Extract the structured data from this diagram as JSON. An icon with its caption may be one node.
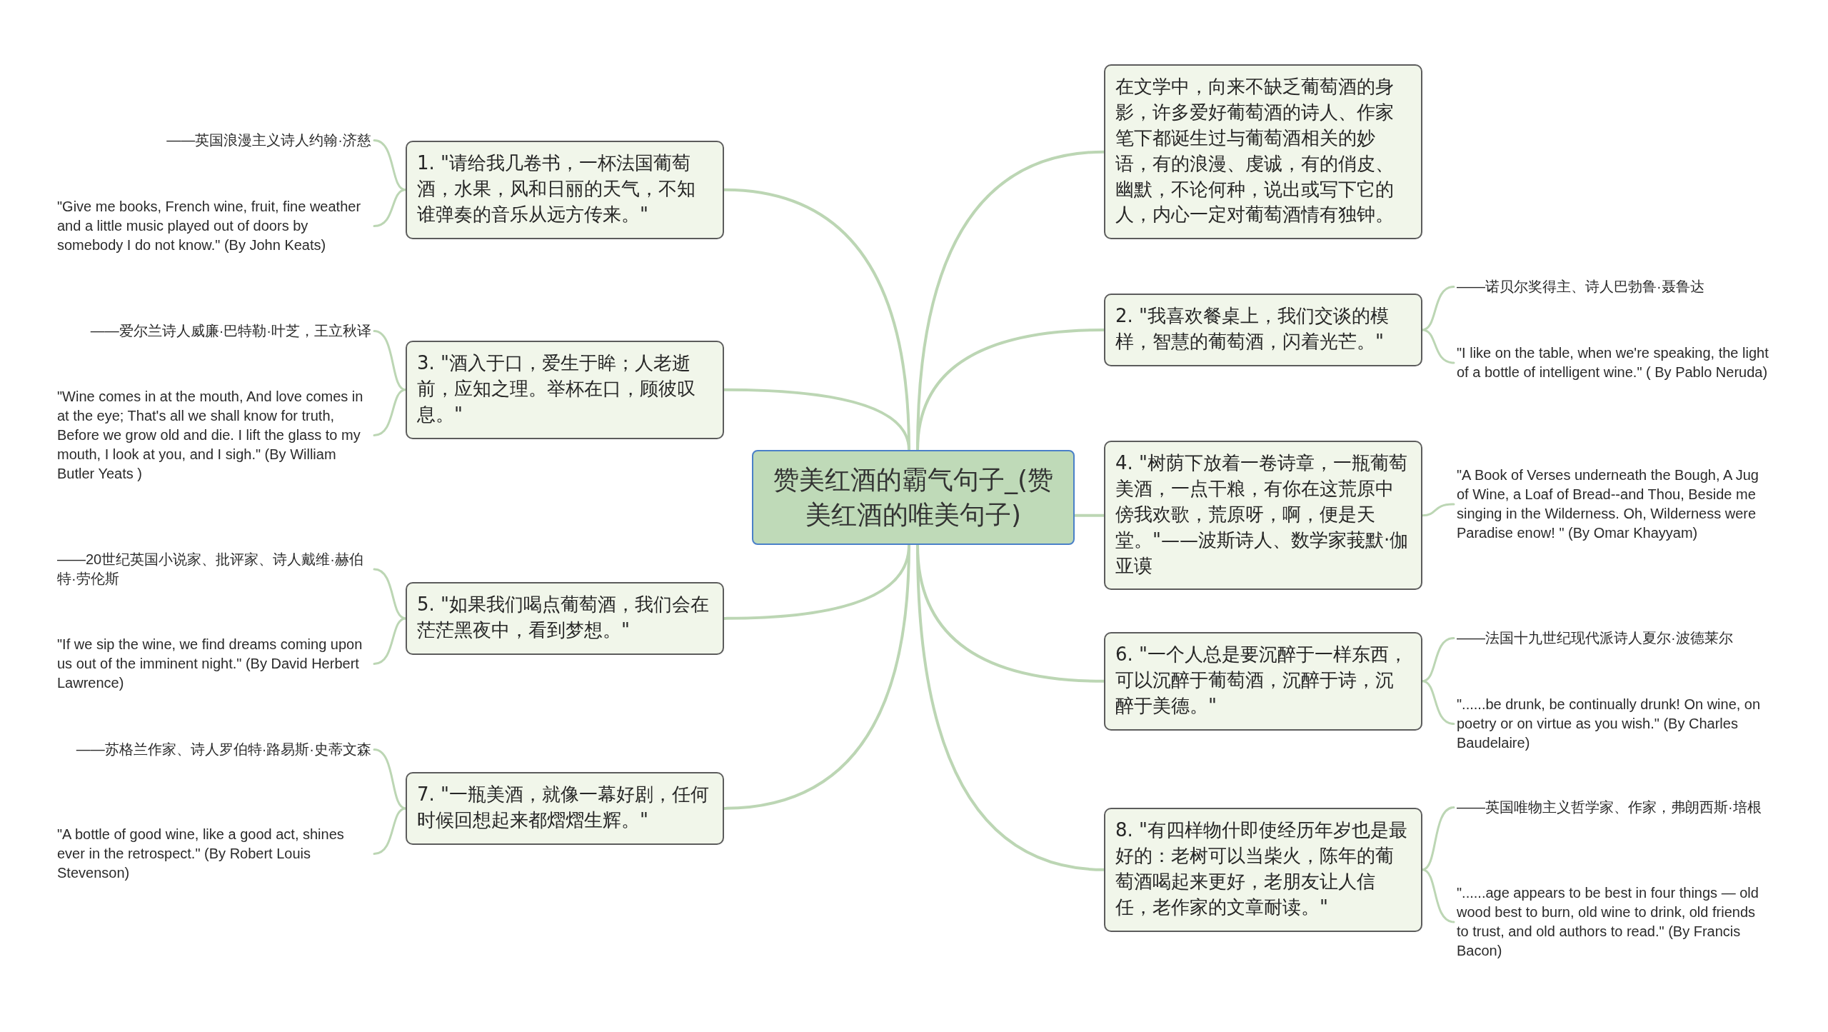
{
  "diagram": {
    "nodes": [
      {
        "text": [
          "赞美红酒的霸气句子_(赞美红酒的唯美句子)"
        ]
      },
      {
        "text": [
          "在文学中，向来不缺乏葡萄酒的身影，许多爱好葡萄酒的诗人、作家笔下都诞生过与葡萄酒相关的妙语，有的浪漫、虔诚，有的俏皮、幽默，不论何种，说出或写下它的人，内心一定对葡萄酒情有独钟。"
        ]
      },
      {
        "text": [
          "2. \"我喜欢餐桌上，我们交谈的模样，智慧的葡萄酒，闪着光芒。\""
        ]
      },
      {
        "text": [
          "——诺贝尔奖得主、诗人巴勃鲁·聂鲁达"
        ]
      },
      {
        "text": [
          "\"I like on the table, when we're speaking, the light of a bottle of intelligent wine.\" ( By Pablo Neruda)"
        ]
      },
      {
        "text": [
          "4. \"树荫下放着一卷诗章，一瓶葡萄美酒，一点干粮，有你在这荒原中傍我欢歌，荒原呀，啊，便是天堂。\"——波斯诗人、数学家莪默·伽亚谟"
        ]
      },
      {
        "text": [
          "\"A Book of Verses underneath the Bough, A Jug of Wine, a Loaf of Bread--and Thou, Beside me singing in the Wilderness. Oh, Wilderness were Paradise enow! \" (By Omar Khayyam)"
        ]
      },
      {
        "text": [
          "6. \"一个人总是要沉醉于一样东西，可以沉醉于葡萄酒，沉醉于诗，沉醉于美德。\""
        ]
      },
      {
        "text": [
          "——法国十九世纪现代派诗人夏尔·波德莱尔"
        ]
      },
      {
        "text": [
          "\"......be drunk, be continually drunk! On wine, on poetry or on virtue as you wish.\" (By Charles Baudelaire)"
        ]
      },
      {
        "text": [
          "8. \"有四样物什即使经历年岁也是最好的：老树可以当柴火，陈年的葡萄酒喝起来更好，老朋友让人信任，老作家的文章耐读。\""
        ]
      },
      {
        "text": [
          "——英国唯物主义哲学家、作家，弗朗西斯·培根"
        ]
      },
      {
        "text": [
          "\"......age appears to be best in four things — old wood best to burn, old wine to drink, old friends to trust, and old authors to read.\" (By Francis Bacon)"
        ]
      },
      {
        "text": [
          "1. \"请给我几卷书，一杯法国葡萄酒，水果，风和日丽的天气，不知谁弹奏的音乐从远方传来。\""
        ]
      },
      {
        "text": [
          "——英国浪漫主义诗人约翰·济慈"
        ]
      },
      {
        "text": [
          "\"Give me books, French wine, fruit, fine weather and a little music played out of doors by somebody I do not know.\" (By John Keats)"
        ]
      },
      {
        "text": [
          "3. \"酒入于口，爱生于眸；人老逝前，应知之理。举杯在口，顾彼叹息。\""
        ]
      },
      {
        "text": [
          "——爱尔兰诗人威廉·巴特勒·叶芝，王立秋译"
        ]
      },
      {
        "text": [
          "\"Wine comes in at the mouth, And love comes in at the eye; That's all we shall know for truth, Before we grow old and die. I lift the glass to my mouth, I look at you, and I sigh.\" (By William Butler Yeats )"
        ]
      },
      {
        "text": [
          "5. \"如果我们喝点葡萄酒，我们会在茫茫黑夜中，看到梦想。\""
        ]
      },
      {
        "text": [
          "——20世纪英国小说家、批评家、诗人戴维·赫伯特·劳伦斯"
        ]
      },
      {
        "text": [
          "\"If we sip the wine, we find dreams coming upon us out of the imminent night.\" (By David Herbert Lawrence)"
        ]
      },
      {
        "text": [
          "7. \"一瓶美酒，就像一幕好剧，任何时候回想起来都熠熠生辉。\""
        ]
      },
      {
        "text": [
          "——苏格兰作家、诗人罗伯特·路易斯·史蒂文森"
        ]
      },
      {
        "text": [
          "\"A bottle of good wine, like a good act, shines ever in the retrospect.\" (By Robert Louis Stevenson)"
        ]
      }
    ],
    "edges": [
      {
        "from": 0,
        "to": 1,
        "arrow": "none"
      },
      {
        "from": 0,
        "to": 2,
        "arrow": "none"
      },
      {
        "from": 2,
        "to": 3,
        "arrow": "none"
      },
      {
        "from": 2,
        "to": 4,
        "arrow": "none"
      },
      {
        "from": 0,
        "to": 5,
        "arrow": "none"
      },
      {
        "from": 5,
        "to": 6,
        "arrow": "none"
      },
      {
        "from": 0,
        "to": 7,
        "arrow": "none"
      },
      {
        "from": 7,
        "to": 8,
        "arrow": "none"
      },
      {
        "from": 7,
        "to": 9,
        "arrow": "none"
      },
      {
        "from": 0,
        "to": 10,
        "arrow": "none"
      },
      {
        "from": 10,
        "to": 11,
        "arrow": "none"
      },
      {
        "from": 10,
        "to": 12,
        "arrow": "none"
      },
      {
        "from": 0,
        "to": 13,
        "arrow": "none"
      },
      {
        "from": 13,
        "to": 14,
        "arrow": "none"
      },
      {
        "from": 13,
        "to": 15,
        "arrow": "none"
      },
      {
        "from": 0,
        "to": 16,
        "arrow": "none"
      },
      {
        "from": 16,
        "to": 17,
        "arrow": "none"
      },
      {
        "from": 16,
        "to": 18,
        "arrow": "none"
      },
      {
        "from": 0,
        "to": 19,
        "arrow": "none"
      },
      {
        "from": 19,
        "to": 20,
        "arrow": "none"
      },
      {
        "from": 19,
        "to": 21,
        "arrow": "none"
      },
      {
        "from": 0,
        "to": 22,
        "arrow": "none"
      },
      {
        "from": 22,
        "to": 23,
        "arrow": "none"
      },
      {
        "from": 22,
        "to": 24,
        "arrow": "none"
      }
    ]
  }
}
